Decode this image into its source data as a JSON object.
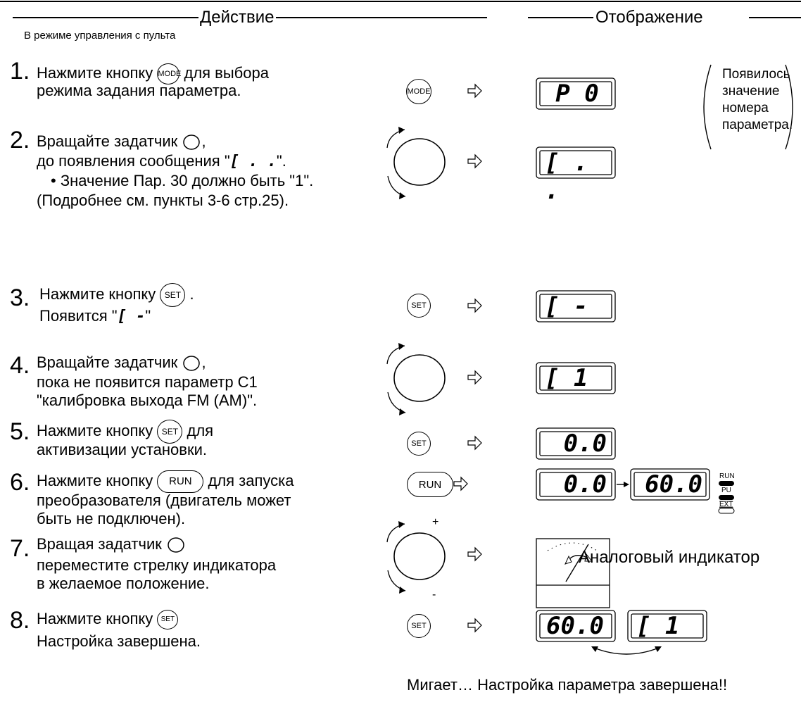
{
  "header": {
    "left_title": "Действие",
    "right_title": "Отображение",
    "subtitle": "В режиме управления с пульта"
  },
  "steps": [
    {
      "num": "1.",
      "line1_pre": "Нажмите кнопку",
      "button": "MODE",
      "line1_post": "для выбора",
      "line2": "режима задания параметра."
    },
    {
      "num": "2.",
      "line1": "Вращайте задатчик",
      "line2_pre": "до появления сообщения \"",
      "line2_seg": "[ . .",
      "line2_post": "\".",
      "line3": "• Значение Пар. 30 должно быть \"1\".",
      "line4": "(Подробнее см. пункты 3-6 стр.25)."
    },
    {
      "num": "3.",
      "line1": "Нажмите кнопку",
      "button": "SET",
      "line2_pre": "Появится \"",
      "line2_seg": "[ -",
      "line2_post": "\""
    },
    {
      "num": "4.",
      "line1": "Вращайте задатчик",
      "line2": "пока не появится параметр С1",
      "line3": "\"калибровка выхода FM (AM)\"."
    },
    {
      "num": "5.",
      "line1_pre": "Нажмите кнопку",
      "button": "SET",
      "line1_post": "для",
      "line2": "активизации установки."
    },
    {
      "num": "6.",
      "line1_pre": "Нажмите кнопку",
      "button": "RUN",
      "line1_post": "для запуска",
      "line2": "преобразователя (двигатель может",
      "line3": "быть не подключен)."
    },
    {
      "num": "7.",
      "line1": "Вращая задатчик",
      "line2": "переместите стрелку индикатора",
      "line3": "в желаемое положение."
    },
    {
      "num": "8.",
      "line1": "Нажмите кнопку",
      "button": "SET",
      "line2": "Настройка завершена."
    }
  ],
  "action_buttons": {
    "mode": "MODE",
    "set": "SET",
    "run": "RUN"
  },
  "dial_signs": {
    "plus": "+",
    "minus": "-"
  },
  "displays": {
    "d1": "P  0",
    "d2": "[  . .",
    "d3": "[  -",
    "d4": "[  1",
    "d5": "0.0",
    "d6a": "0.0",
    "d6b": "60.0",
    "d8a": "60.0",
    "d8b": "[  1"
  },
  "note_bracket": {
    "lines": [
      "Появилось",
      "значение",
      "номера",
      "параметра."
    ]
  },
  "leds": {
    "run": "RUN",
    "pu": "PU",
    "ext": "EXT"
  },
  "meter_label": "Аналоговый индикатор",
  "footer": "Мигает… Настройка параметра завершена!!"
}
